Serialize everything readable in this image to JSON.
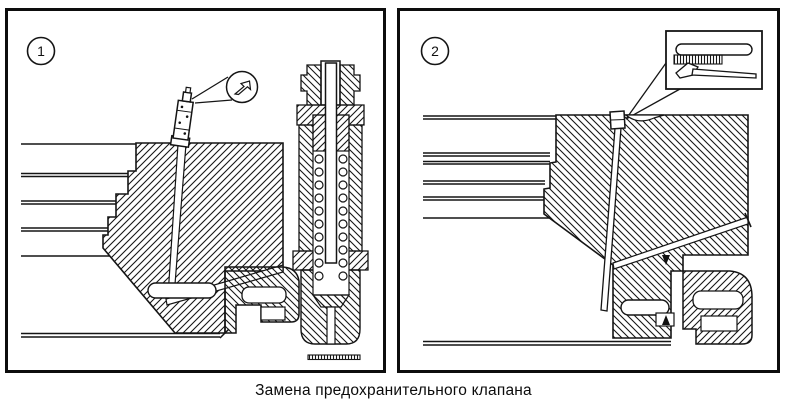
{
  "figure": {
    "caption": "Замена предохранительного клапана",
    "panel1": {
      "badge": "1"
    },
    "panel2": {
      "badge": "2"
    }
  },
  "icons": {
    "rotation_arrow": "arrow-up-right-in-balloon",
    "tools": [
      "thread-file-icon",
      "scraper-tool-icon"
    ]
  },
  "colors": {
    "ink": "#151515",
    "paper": "#ffffff"
  }
}
